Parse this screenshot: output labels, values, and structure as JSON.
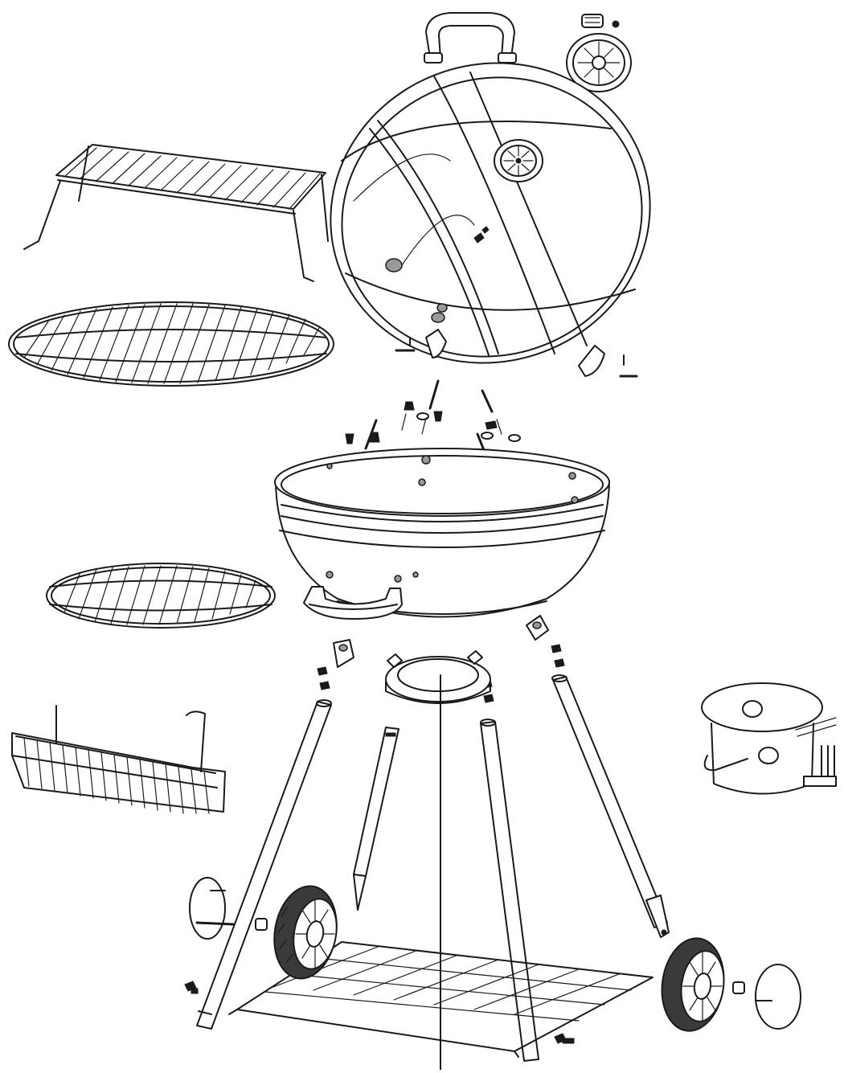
{
  "diagram": {
    "colors": {
      "line": "#1a1a1a",
      "background": "#ffffff",
      "tire": "#3a3a3a"
    },
    "parts": [
      "lid-handle",
      "lid-vent-cap",
      "damper-plate",
      "lid-dome",
      "lid-vent",
      "lid-hinge-pins",
      "warming-rack",
      "cooking-grate",
      "fasteners",
      "bowl",
      "bowl-handle",
      "charcoal-grate",
      "leg-brackets",
      "leg-front-left",
      "leg-rear-left",
      "leg-rear-right",
      "leg-front-right",
      "ash-catcher-ring",
      "ash-pan",
      "charcoal-basket",
      "wheel-left",
      "wheel-right",
      "hubcap-left",
      "hubcap-right",
      "bottom-shelf",
      "center-rod"
    ]
  }
}
